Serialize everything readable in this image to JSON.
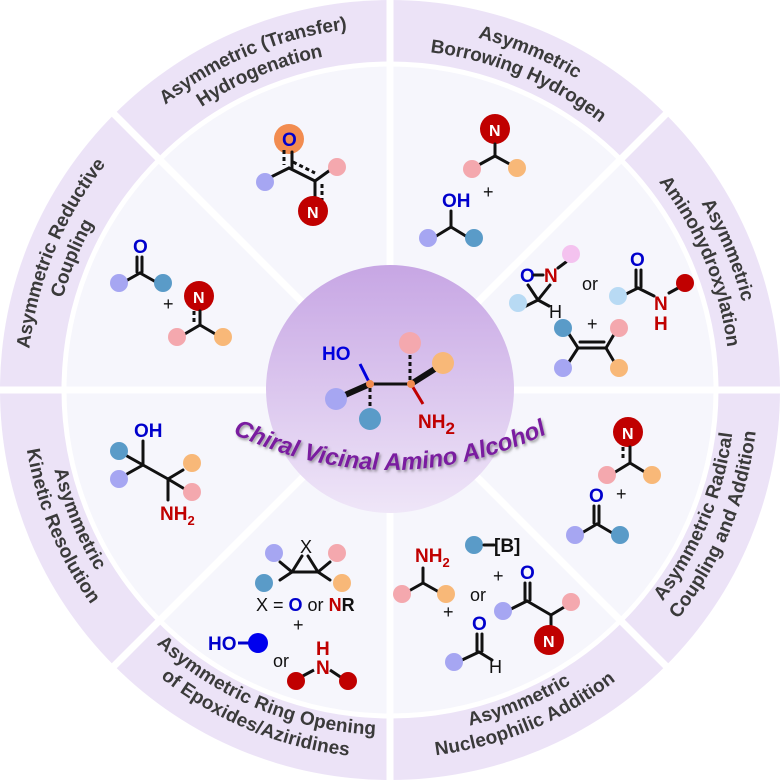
{
  "title": "Chiral Vicinal Amino Alcohol",
  "colors": {
    "ring_band": "#ece3f7",
    "inner_disc": "#f6f6fc",
    "center_top": "#c7a6e4",
    "center_bottom": "#efe6f8",
    "title_text": "#7a1fa0",
    "oxygen": "#0000dd",
    "nitrogen": "#c00000",
    "label_text": "#3a3a3a",
    "sub_lavender": "#a6a6f2",
    "sub_steelblue": "#5a9bc8",
    "sub_pink": "#f4a8ae",
    "sub_orange": "#f8b878",
    "sub_lightblue": "#b8daf4",
    "sub_lightpink": "#f4c2ef",
    "sub_red": "#c00000",
    "sub_blue": "#0000ee",
    "highlight_orange": "#f28c50"
  },
  "segments": [
    {
      "id": "transfer-hydrogenation",
      "line1": "Asymmetric (Transfer)",
      "line2": "Hydrogenation"
    },
    {
      "id": "borrowing-hydrogen",
      "line1": "Asymmetric",
      "line2": "Borrowing Hydrogen"
    },
    {
      "id": "aminohydroxylation",
      "line1": "Asymmetric",
      "line2": "Aminohydroxylation"
    },
    {
      "id": "radical-coupling",
      "line1": "Asymmetric Radical",
      "line2": "Coupling and Addition"
    },
    {
      "id": "nucleophilic-addition",
      "line1": "Asymmetric",
      "line2": "Nucleophilic Addition"
    },
    {
      "id": "ring-opening",
      "line1": "Asymmetric Ring Opening",
      "line2": "of Epoxides/Aziridines"
    },
    {
      "id": "kinetic-resolution",
      "line1": "Asymmetric",
      "line2": "Kinetic Resolution"
    },
    {
      "id": "reductive-coupling",
      "line1": "Asymmetric Reductive",
      "line2": "Coupling"
    }
  ],
  "atoms": {
    "O": "O",
    "N": "N",
    "OH": "OH",
    "HO": "HO",
    "NH2": "NH",
    "sub2": "2",
    "H": "H",
    "B": "[B]",
    "NR_N": "N",
    "NR_R": "R",
    "X": "X"
  },
  "text": {
    "plus": "+",
    "or": "or",
    "x_eq": "X = ",
    "or_spaced": " or "
  }
}
